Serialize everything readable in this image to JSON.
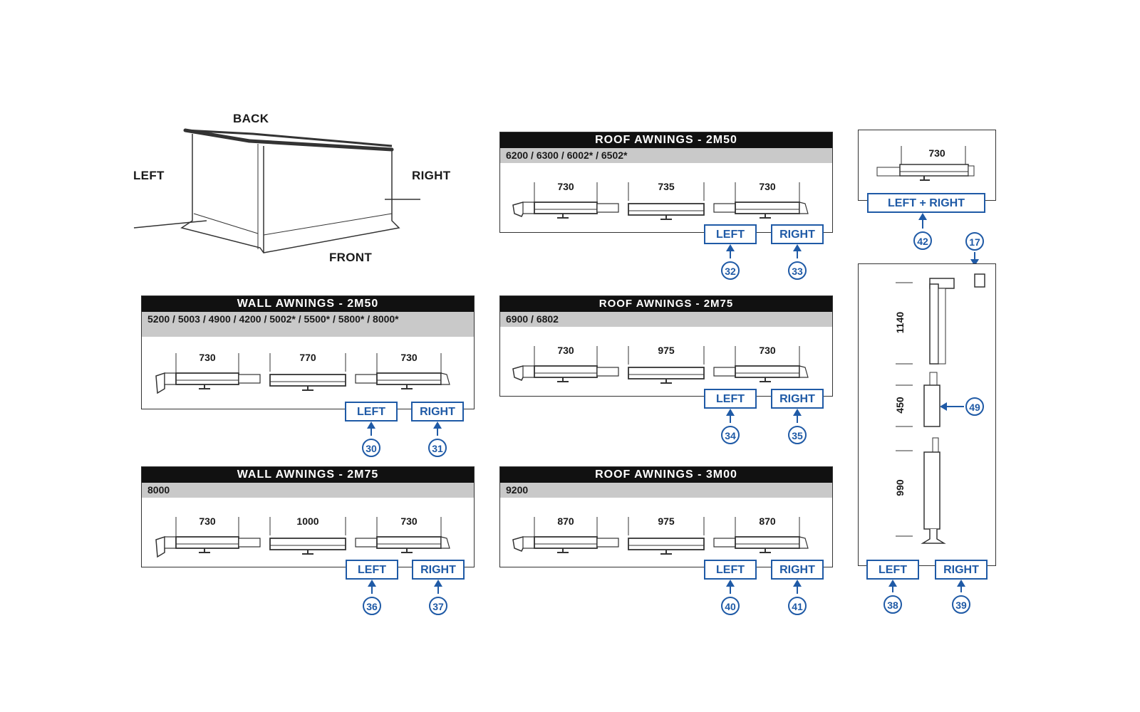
{
  "awning": {
    "back": "BACK",
    "left": "LEFT",
    "right": "RIGHT",
    "front": "FRONT"
  },
  "panels": {
    "wall_2m50": {
      "title": "WALL AWNINGS - 2M50",
      "models": "5200 / 5003 / 4900 / 4200 / 5002* / 5500* / 5800* / 8000*",
      "dims": [
        "730",
        "770",
        "730"
      ],
      "left_btn": "LEFT",
      "right_btn": "RIGHT",
      "left_ref": "30",
      "right_ref": "31"
    },
    "wall_2m75": {
      "title": "WALL AWNINGS - 2M75",
      "models": "8000",
      "dims": [
        "730",
        "1000",
        "730"
      ],
      "left_btn": "LEFT",
      "right_btn": "RIGHT",
      "left_ref": "36",
      "right_ref": "37"
    },
    "roof_2m50": {
      "title": "ROOF AWNINGS - 2M50",
      "models": "6200 / 6300 / 6002* / 6502*",
      "dims": [
        "730",
        "735",
        "730"
      ],
      "left_btn": "LEFT",
      "right_btn": "RIGHT",
      "left_ref": "32",
      "right_ref": "33"
    },
    "roof_2m75": {
      "title": "ROOF AWNINGS - 2M75",
      "models": "6900 / 6802",
      "dims": [
        "730",
        "975",
        "730"
      ],
      "left_btn": "LEFT",
      "right_btn": "RIGHT",
      "left_ref": "34",
      "right_ref": "35"
    },
    "roof_3m00": {
      "title": "ROOF AWNINGS - 3M00",
      "models": "9200",
      "dims": [
        "870",
        "975",
        "870"
      ],
      "left_btn": "LEFT",
      "right_btn": "RIGHT",
      "left_ref": "40",
      "right_ref": "41"
    }
  },
  "single": {
    "dim": "730",
    "btn": "LEFT + RIGHT",
    "ref": "42"
  },
  "legs": {
    "dims": [
      "1140",
      "450",
      "990"
    ],
    "cap_ref": "17",
    "mid_ref": "49",
    "left_btn": "LEFT",
    "right_btn": "RIGHT",
    "left_ref": "38",
    "right_ref": "39"
  },
  "colors": {
    "accent": "#1f5aa6",
    "title_bar": "#111111",
    "sub_bar": "#c9c9c9"
  }
}
